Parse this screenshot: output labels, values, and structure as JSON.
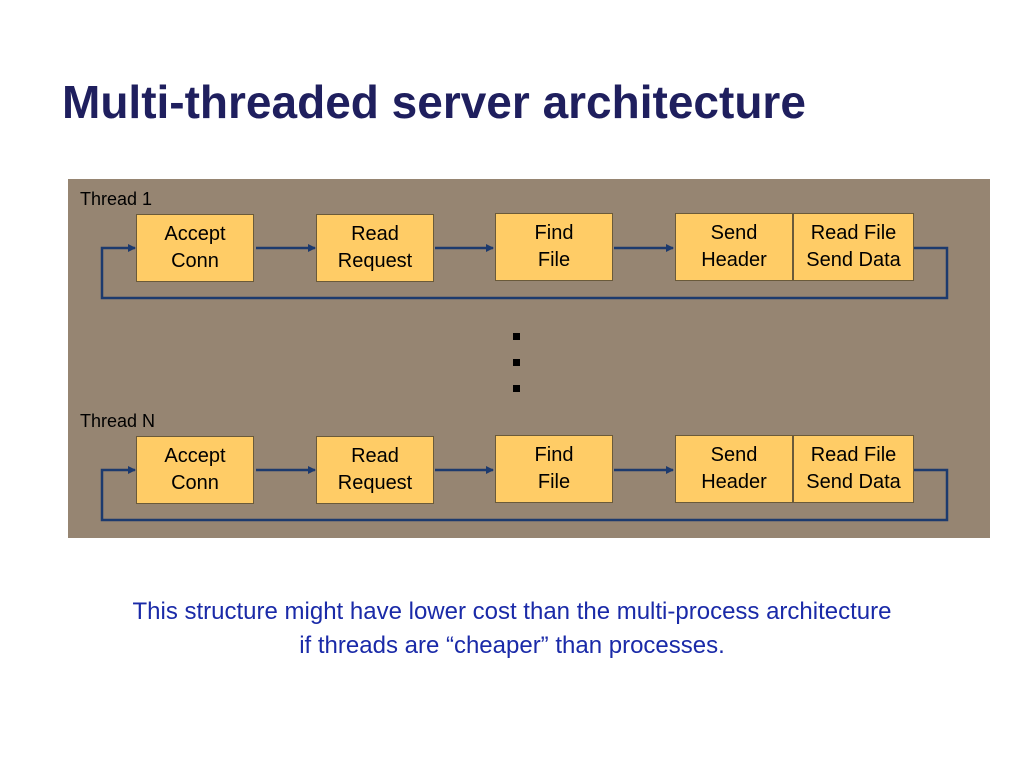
{
  "slide": {
    "title": "Multi-threaded server architecture",
    "colors": {
      "title": "#1f1f5e",
      "caption": "#1a2aa8",
      "panel": "#968572",
      "box": "#ffcc66",
      "arrow": "#1c3a6e"
    }
  },
  "threads": [
    {
      "label": "Thread 1",
      "stages": {
        "accept": [
          "Accept",
          "Conn"
        ],
        "read": [
          "Read",
          "Request"
        ],
        "find": [
          "Find",
          "File"
        ],
        "send_header": [
          "Send",
          "Header"
        ],
        "send_data": [
          "Read File",
          "Send Data"
        ]
      }
    },
    {
      "label": "Thread N",
      "stages": {
        "accept": [
          "Accept",
          "Conn"
        ],
        "read": [
          "Read",
          "Request"
        ],
        "find": [
          "Find",
          "File"
        ],
        "send_header": [
          "Send",
          "Header"
        ],
        "send_data": [
          "Read File",
          "Send Data"
        ]
      }
    }
  ],
  "caption": {
    "line1": "This structure might have lower cost than the multi-process architecture",
    "line2": "if threads are “cheaper” than processes."
  }
}
